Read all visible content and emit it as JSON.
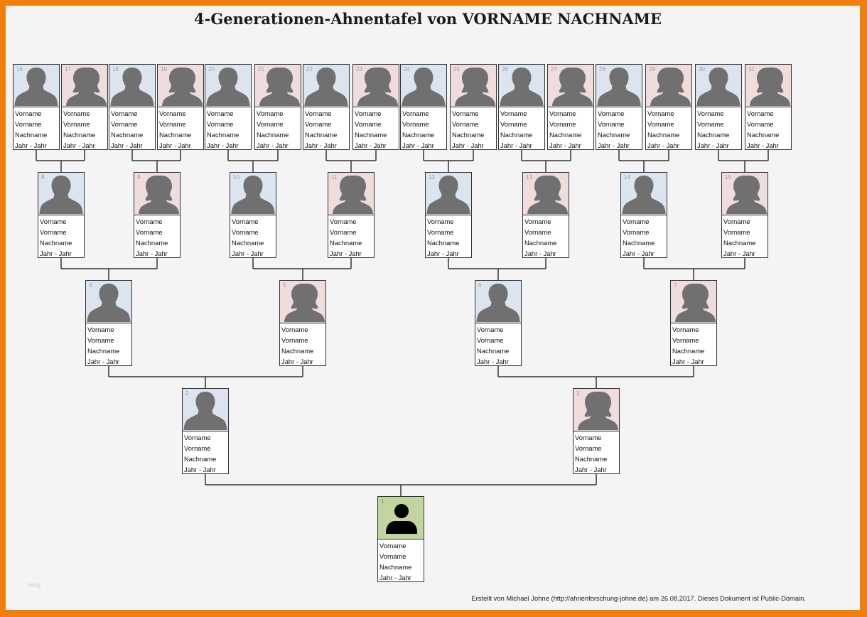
{
  "title": "4-Generationen-Ahnentafel von VORNAME NACHNAME",
  "footer": "Erstellt von Michael Johne (http://ahnenforschung-johne.de) am 26.08.2017. Dieses Dokument ist Public-Domain.",
  "watermark": "blog",
  "colors": {
    "male": "#dce4ef",
    "female": "#efdcdc",
    "self": "#c3d59e",
    "silhouette": "#707070",
    "border": "#f07f0b"
  },
  "persons": [
    {
      "num": "1",
      "gender": "self",
      "line1": "Vorname",
      "line2": "Vorname",
      "line3": "Nachname",
      "line4": "Jahr - Jahr"
    },
    {
      "num": "2",
      "gender": "m",
      "line1": "Vorname",
      "line2": "Vorname",
      "line3": "Nachname",
      "line4": "Jahr - Jahr"
    },
    {
      "num": "3",
      "gender": "f",
      "line1": "Vorname",
      "line2": "Vorname",
      "line3": "Nachname",
      "line4": "Jahr - Jahr"
    },
    {
      "num": "4",
      "gender": "m",
      "line1": "Vorname",
      "line2": "Vorname",
      "line3": "Nachname",
      "line4": "Jahr - Jahr"
    },
    {
      "num": "5",
      "gender": "f",
      "line1": "Vorname",
      "line2": "Vorname",
      "line3": "Nachname",
      "line4": "Jahr - Jahr"
    },
    {
      "num": "6",
      "gender": "m",
      "line1": "Vorname",
      "line2": "Vorname",
      "line3": "Nachname",
      "line4": "Jahr - Jahr"
    },
    {
      "num": "7",
      "gender": "f",
      "line1": "Vorname",
      "line2": "Vorname",
      "line3": "Nachname",
      "line4": "Jahr - Jahr"
    },
    {
      "num": "8",
      "gender": "m",
      "line1": "Vorname",
      "line2": "Vorname",
      "line3": "Nachname",
      "line4": "Jahr - Jahr"
    },
    {
      "num": "9",
      "gender": "f",
      "line1": "Vorname",
      "line2": "Vorname",
      "line3": "Nachname",
      "line4": "Jahr - Jahr"
    },
    {
      "num": "10",
      "gender": "m",
      "line1": "Vorname",
      "line2": "Vorname",
      "line3": "Nachname",
      "line4": "Jahr - Jahr"
    },
    {
      "num": "11",
      "gender": "f",
      "line1": "Vorname",
      "line2": "Vorname",
      "line3": "Nachname",
      "line4": "Jahr - Jahr"
    },
    {
      "num": "12",
      "gender": "m",
      "line1": "Vorname",
      "line2": "Vorname",
      "line3": "Nachname",
      "line4": "Jahr - Jahr"
    },
    {
      "num": "13",
      "gender": "f",
      "line1": "Vorname",
      "line2": "Vorname",
      "line3": "Nachname",
      "line4": "Jahr - Jahr"
    },
    {
      "num": "14",
      "gender": "m",
      "line1": "Vorname",
      "line2": "Vorname",
      "line3": "Nachname",
      "line4": "Jahr - Jahr"
    },
    {
      "num": "15",
      "gender": "f",
      "line1": "Vorname",
      "line2": "Vorname",
      "line3": "Nachname",
      "line4": "Jahr - Jahr"
    },
    {
      "num": "16",
      "gender": "m",
      "line1": "Vorname",
      "line2": "Vorname",
      "line3": "Nachname",
      "line4": "Jahr - Jahr"
    },
    {
      "num": "17",
      "gender": "f",
      "line1": "Vorname",
      "line2": "Vorname",
      "line3": "Nachname",
      "line4": "Jahr - Jahr"
    },
    {
      "num": "18",
      "gender": "m",
      "line1": "Vorname",
      "line2": "Vorname",
      "line3": "Nachname",
      "line4": "Jahr - Jahr"
    },
    {
      "num": "19",
      "gender": "f",
      "line1": "Vorname",
      "line2": "Vorname",
      "line3": "Nachname",
      "line4": "Jahr - Jahr"
    },
    {
      "num": "20",
      "gender": "m",
      "line1": "Vorname",
      "line2": "Vorname",
      "line3": "Nachname",
      "line4": "Jahr - Jahr"
    },
    {
      "num": "21",
      "gender": "f",
      "line1": "Vorname",
      "line2": "Vorname",
      "line3": "Nachname",
      "line4": "Jahr - Jahr"
    },
    {
      "num": "22",
      "gender": "m",
      "line1": "Vorname",
      "line2": "Vorname",
      "line3": "Nachname",
      "line4": "Jahr - Jahr"
    },
    {
      "num": "23",
      "gender": "f",
      "line1": "Vorname",
      "line2": "Vorname",
      "line3": "Nachname",
      "line4": "Jahr - Jahr"
    },
    {
      "num": "24",
      "gender": "m",
      "line1": "Vorname",
      "line2": "Vorname",
      "line3": "Nachname",
      "line4": "Jahr - Jahr"
    },
    {
      "num": "25",
      "gender": "f",
      "line1": "Vorname",
      "line2": "Vorname",
      "line3": "Nachname",
      "line4": "Jahr - Jahr"
    },
    {
      "num": "26",
      "gender": "m",
      "line1": "Vorname",
      "line2": "Vorname",
      "line3": "Nachname",
      "line4": "Jahr - Jahr"
    },
    {
      "num": "27",
      "gender": "f",
      "line1": "Vorname",
      "line2": "Vorname",
      "line3": "Nachname",
      "line4": "Jahr - Jahr"
    },
    {
      "num": "28",
      "gender": "m",
      "line1": "Vorname",
      "line2": "Vorname",
      "line3": "Nachname",
      "line4": "Jahr - Jahr"
    },
    {
      "num": "29",
      "gender": "f",
      "line1": "Vorname",
      "line2": "Vorname",
      "line3": "Nachname",
      "line4": "Jahr - Jahr"
    },
    {
      "num": "30",
      "gender": "m",
      "line1": "Vorname",
      "line2": "Vorname",
      "line3": "Nachname",
      "line4": "Jahr - Jahr"
    },
    {
      "num": "31",
      "gender": "f",
      "line1": "Vorname",
      "line2": "Vorname",
      "line3": "Nachname",
      "line4": "Jahr - Jahr"
    }
  ]
}
